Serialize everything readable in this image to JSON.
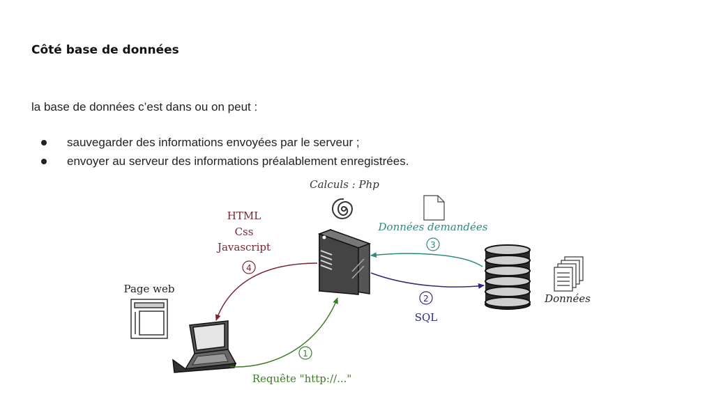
{
  "slide": {
    "title": "Côté base de données",
    "intro": "la base de données c’est dans ou on peut :",
    "bullets": [
      "sauvegarder des informations envoyées par le serveur ;",
      "envoyer au serveur des informations préalablement enregistrées."
    ]
  },
  "diagram": {
    "calc_label": "Calculs : Php",
    "html_label": "HTML",
    "css_label": "Css",
    "js_label": "Javascript",
    "page_label": "Page web",
    "data_requested_label": "Données demandées",
    "sql_label": "SQL",
    "data_label": "Données",
    "request_label": "Requête \"http://...\"",
    "step1": "1",
    "step2": "2",
    "step3": "3",
    "step4": "4",
    "colors": {
      "red": "#7a2530",
      "teal": "#2e8a7e",
      "navy": "#2a2a7a",
      "green": "#3d7a2a",
      "dark": "#2a2a2a"
    }
  }
}
